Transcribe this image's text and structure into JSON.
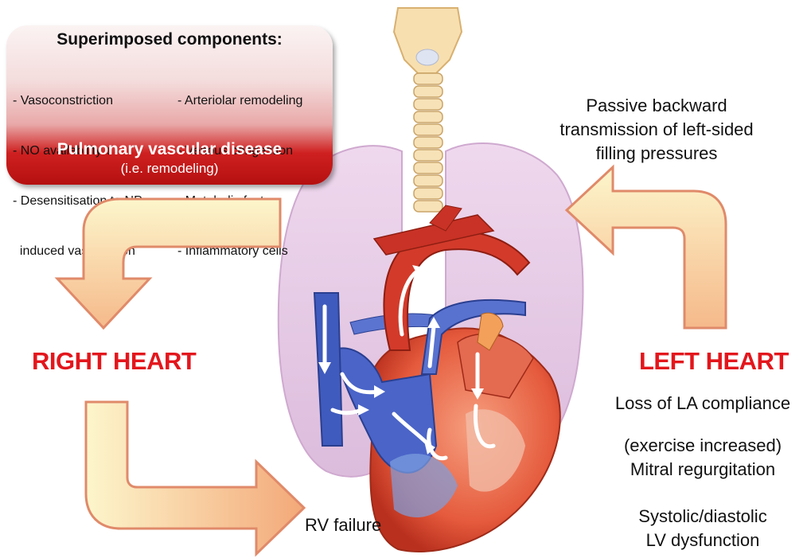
{
  "box": {
    "title": "Superimposed components:",
    "left_items": [
      "- Vasoconstriction",
      "- NO availability ↓",
      "- Desensitisation to NP-",
      "  induced vasodilation"
    ],
    "right_items": [
      "- Arteriolar remodeling",
      "- Venous congestion",
      "- Metabolic factors",
      "- Inflammatory cells"
    ],
    "footer_main": "Pulmonary vascular disease",
    "footer_sub": "(i.e. remodeling)"
  },
  "labels": {
    "right_heart": "RIGHT HEART",
    "left_heart": "LEFT HEART",
    "rv_failure": "RV failure",
    "passive": [
      "Passive backward",
      "transmission of left-sided",
      "filling pressures"
    ],
    "la_compliance": "Loss of LA compliance",
    "mitral": [
      "(exercise increased)",
      "Mitral regurgitation"
    ],
    "lv": [
      "Systolic/diastolic",
      "LV dysfunction"
    ]
  },
  "colors": {
    "accent_red": "#e3161c",
    "arrow_fill_light": "#fdf3c0",
    "arrow_fill_dark": "#f0a070",
    "arrow_stroke": "#e08a6a"
  }
}
